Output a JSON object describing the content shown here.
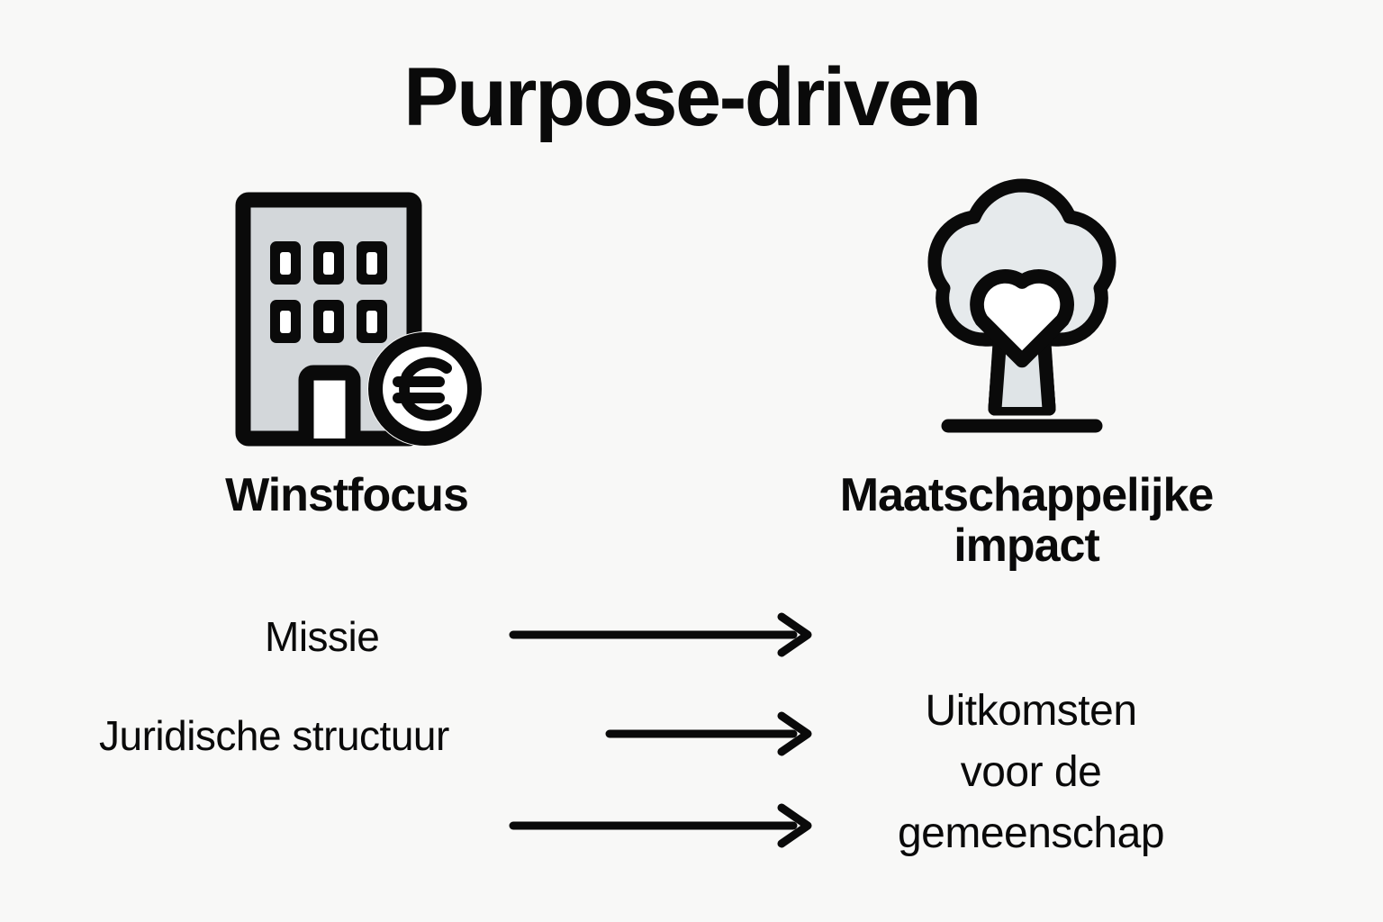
{
  "page": {
    "background_color": "#f8f8f7",
    "ink_color": "#0a0a0a",
    "building_fill": "#d3d7da",
    "tree_fill": "#e6eaec",
    "title": "Purpose-driven"
  },
  "columns": {
    "left": {
      "icon": "office-building-with-euro-coin-icon",
      "caption": "Winstfocus"
    },
    "right": {
      "icon": "tree-with-heart-icon",
      "caption_line1": "Maatschappelijke",
      "caption_line2": "impact"
    }
  },
  "flows": [
    {
      "label": "Missie",
      "arrow": "arrow-right-icon"
    },
    {
      "label": "Juridische structuur",
      "arrow": "arrow-right-icon"
    },
    {
      "label": "",
      "arrow": "arrow-right-icon"
    }
  ],
  "outcome": {
    "line1": "Uitkomsten",
    "line2": "voor de",
    "line3": "gemeenschap"
  }
}
